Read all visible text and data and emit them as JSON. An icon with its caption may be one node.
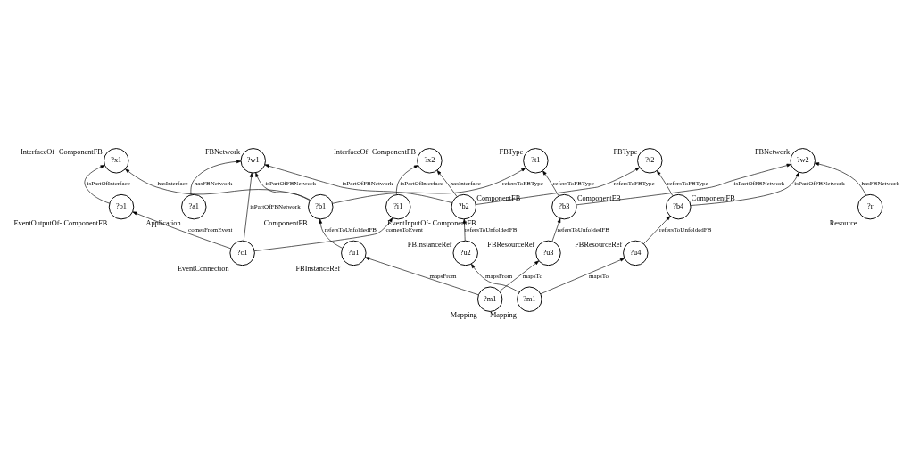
{
  "diagram": {
    "nodes": [
      {
        "text": [
          "?w1"
        ],
        "beside": [
          "FBNetwork"
        ]
      },
      {
        "text": [
          "?u1"
        ],
        "beside": [
          "FBInstanceRef"
        ]
      },
      {
        "text": [
          "?b1"
        ],
        "beside": [
          "ComponentFB"
        ]
      },
      {
        "text": [
          "?u2"
        ],
        "beside": [
          "FBInstanceRef"
        ]
      },
      {
        "text": [
          "?b2"
        ],
        "beside": [
          "ComponentFB"
        ]
      },
      {
        "text": [
          "?a1"
        ],
        "beside": [
          "Application"
        ]
      },
      {
        "text": [
          "?x1"
        ],
        "beside": [
          "InterfaceOf- ComponentFB"
        ]
      },
      {
        "text": [
          "?t1"
        ],
        "beside": [
          "FBType"
        ]
      },
      {
        "text": [
          "?x2"
        ],
        "beside": [
          "InterfaceOf- ComponentFB"
        ]
      },
      {
        "text": [
          "?t2"
        ],
        "beside": [
          "FBType"
        ]
      },
      {
        "text": [
          "?m1"
        ],
        "beside": [
          "Mapping"
        ]
      },
      {
        "text": [
          "?m1"
        ],
        "beside": [
          "Mapping"
        ]
      },
      {
        "text": [
          "?o1"
        ],
        "beside": [
          "EventOutputOf- ComponentFB"
        ]
      },
      {
        "text": [
          "?i1"
        ],
        "beside": [
          "EventInputOf- ComponentFB"
        ]
      },
      {
        "text": [
          "?u3"
        ],
        "beside": [
          "FBResourceRef"
        ]
      },
      {
        "text": [
          "?b3"
        ],
        "beside": [
          "ComponentFB"
        ]
      },
      {
        "text": [
          "?c1"
        ],
        "beside": [
          "EventConnection"
        ]
      },
      {
        "text": [
          "?b4"
        ],
        "beside": [
          "ComponentFB"
        ]
      },
      {
        "text": [
          "?u4"
        ],
        "beside": [
          "FBResourceRef"
        ]
      },
      {
        "text": [
          "?r"
        ],
        "beside": [
          "Resource"
        ]
      },
      {
        "text": [
          "?w2"
        ],
        "beside": [
          "FBNetwork"
        ]
      }
    ],
    "edges": [
      {
        "from": 1,
        "to": 2,
        "arrow": "to",
        "label": "refersToUnfoldedFB"
      },
      {
        "from": 2,
        "to": 0,
        "arrow": "to",
        "label": "isPartOfFBNetwork"
      },
      {
        "from": 2,
        "to": 6,
        "arrow": "to",
        "label": "hasInterface"
      },
      {
        "from": 2,
        "to": 7,
        "arrow": "to",
        "label": "refersToFBType"
      },
      {
        "from": 4,
        "to": 0,
        "arrow": "to",
        "label": "isPartOfFBNetwork"
      },
      {
        "from": 3,
        "to": 4,
        "arrow": "to",
        "label": "refersToUnfoldedFB"
      },
      {
        "from": 4,
        "to": 8,
        "arrow": "to",
        "label": "hasInterface"
      },
      {
        "from": 4,
        "to": 9,
        "arrow": "to",
        "label": "refersToFBType"
      },
      {
        "from": 5,
        "to": 0,
        "arrow": "to",
        "label": "hasFBNetwork"
      },
      {
        "from": 10,
        "to": 1,
        "arrow": "to",
        "label": "mapsFrom"
      },
      {
        "from": 11,
        "to": 3,
        "arrow": "to",
        "label": "mapsFrom"
      },
      {
        "from": 12,
        "to": 6,
        "arrow": "to",
        "label": "isPartOfInterface"
      },
      {
        "from": 13,
        "to": 8,
        "arrow": "to",
        "label": "isPartOfInterface"
      },
      {
        "from": 16,
        "to": 0,
        "arrow": "to",
        "label": "isPartOfFBNetwork"
      },
      {
        "from": 10,
        "to": 14,
        "arrow": "to",
        "label": "mapsTo"
      },
      {
        "from": 11,
        "to": 18,
        "arrow": "to",
        "label": "mapsTo"
      },
      {
        "from": 16,
        "to": 12,
        "arrow": "to",
        "label": "comesFromEvent"
      },
      {
        "from": 16,
        "to": 13,
        "arrow": "to",
        "label": "comesToEvent"
      },
      {
        "from": 15,
        "to": 7,
        "arrow": "to",
        "label": "refersToFBType"
      },
      {
        "from": 17,
        "to": 9,
        "arrow": "to",
        "label": "refersToFBType"
      },
      {
        "from": 14,
        "to": 15,
        "arrow": "to",
        "label": "refersToUnfoldedFB"
      },
      {
        "from": 18,
        "to": 17,
        "arrow": "to",
        "label": "refersToUnfoldedFB"
      },
      {
        "from": 15,
        "to": 20,
        "arrow": "to",
        "label": "isPartOfFBNetwork"
      },
      {
        "from": 17,
        "to": 20,
        "arrow": "to",
        "label": "isPartOfFBNetwork"
      },
      {
        "from": 19,
        "to": 20,
        "arrow": "to",
        "label": "hasFBNetwork"
      }
    ]
  }
}
